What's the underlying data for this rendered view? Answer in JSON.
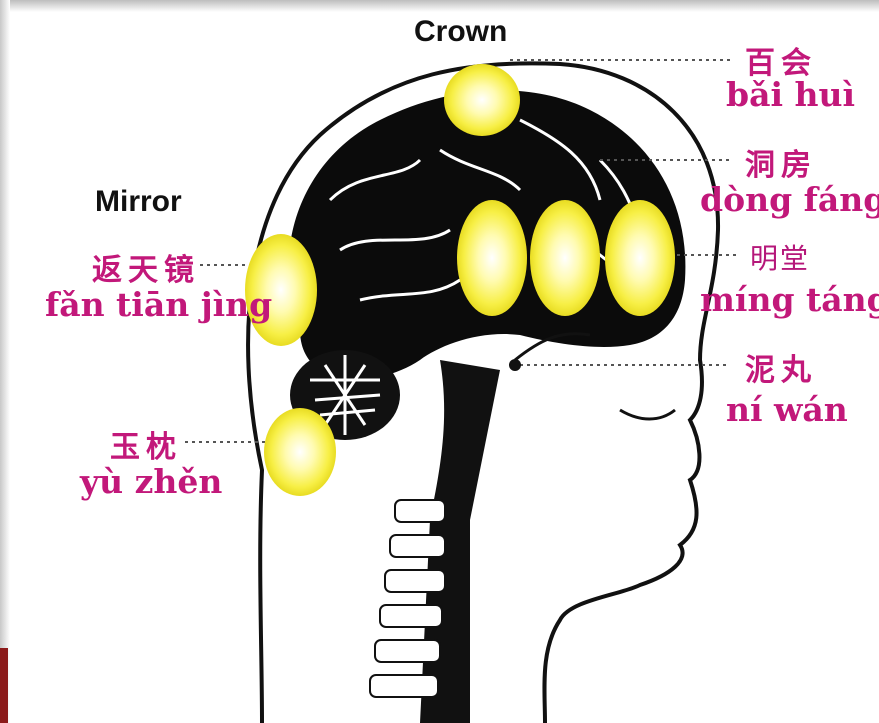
{
  "labels": {
    "crown": "Crown",
    "mirror": "Mirror"
  },
  "points": [
    {
      "id": "bai-hui",
      "chinese": "百会",
      "pinyin": "bǎi huì"
    },
    {
      "id": "dong-fang",
      "chinese": "洞房",
      "pinyin": "dòng fáng"
    },
    {
      "id": "ming-tang",
      "chinese": "明堂",
      "pinyin": "míng táng"
    },
    {
      "id": "ni-wan",
      "chinese": "泥丸",
      "pinyin": "ní wán"
    },
    {
      "id": "fan-tian-jing",
      "chinese": "返天镜",
      "pinyin": "fǎn tiān jìng"
    },
    {
      "id": "yu-zhen",
      "chinese": "玉枕",
      "pinyin": "yù zhěn"
    }
  ],
  "colors": {
    "label": "#c2187a",
    "glow": "#ffff66",
    "brain": "#0b0b0b",
    "frame_accent": "#8b1a1a"
  }
}
